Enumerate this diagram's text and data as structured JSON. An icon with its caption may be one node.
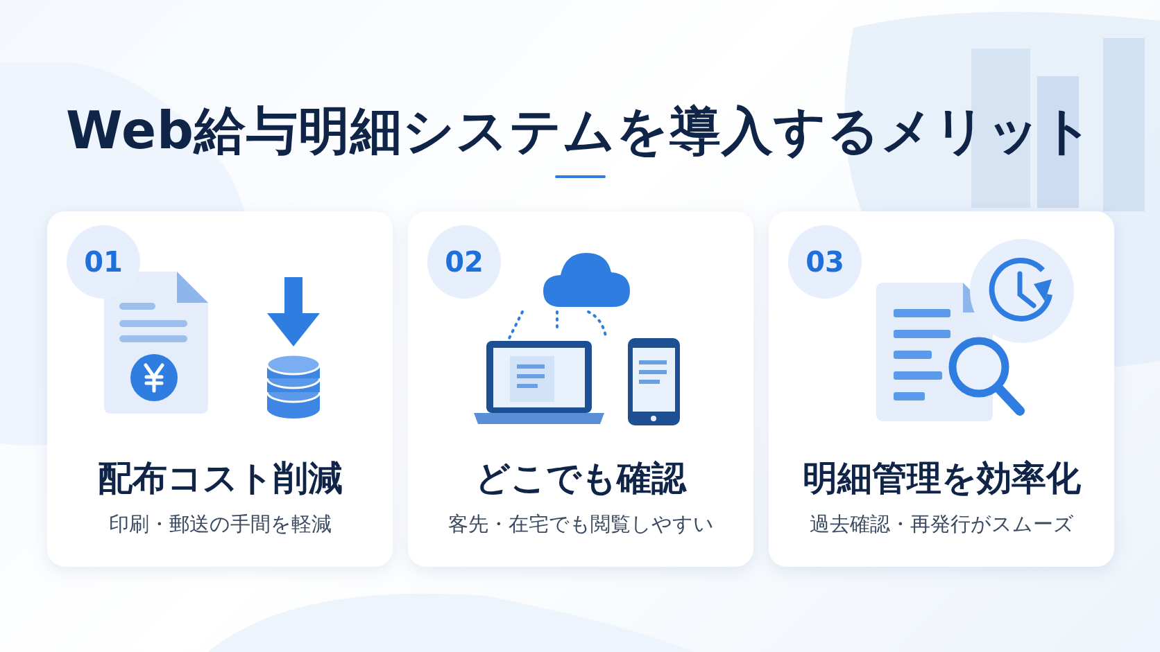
{
  "diagram": {
    "title": "Web給与明細システムを導入するメリット",
    "nodes": [
      {
        "text": [
          "配布コスト削減",
          "印刷・郵送の手間を軽減"
        ]
      },
      {
        "text": [
          "01"
        ],
        "in": 0
      },
      {
        "text": [
          "どこでも確認",
          "客先・在宅でも閲覧しやすい"
        ]
      },
      {
        "text": [
          "02"
        ],
        "in": 2
      },
      {
        "text": [
          "明細管理を効率化",
          "過去確認・再発行がスムーズ"
        ]
      },
      {
        "text": [
          "03"
        ],
        "in": 4
      }
    ]
  }
}
